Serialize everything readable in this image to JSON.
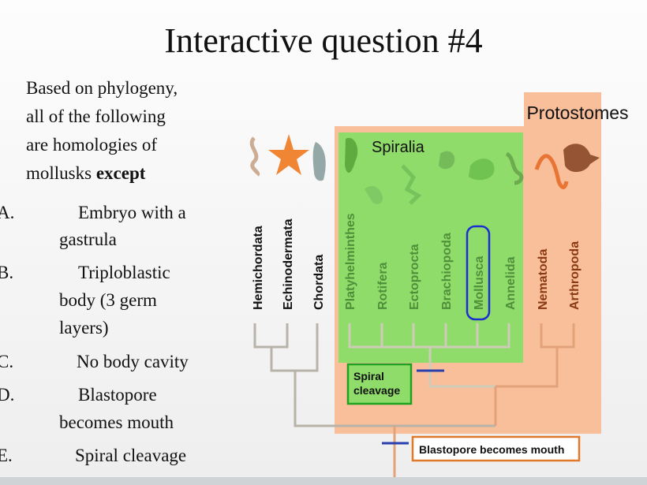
{
  "slide": {
    "title": "Interactive question #4",
    "question": {
      "prefix": "Based on phylogeny,",
      "line2": "all of the following",
      "line3": "are homologies of",
      "line4_plain": "mollusks ",
      "line4_bold": "except"
    },
    "options": [
      {
        "letter": "A.",
        "line1": "Embryo with a",
        "line2": "gastrula"
      },
      {
        "letter": "B.",
        "line1": "Triploblastic",
        "line2": "body (3 germ",
        "line3": "layers)"
      },
      {
        "letter": "C.",
        "line1": "No body cavity"
      },
      {
        "letter": "D.",
        "line1": "Blastopore",
        "line2": "becomes mouth"
      },
      {
        "letter": "E.",
        "line1": "Spiral cleavage"
      }
    ]
  },
  "figure": {
    "protostomes_label": "Protostomes",
    "spiralia_label": "Spiralia",
    "taxa": [
      "Hemichordata",
      "Echinodermata",
      "Chordata",
      "Platyhelminthes",
      "Rotifera",
      "Ectoprocta",
      "Brachiopoda",
      "Mollusca",
      "Annelida",
      "Nematoda",
      "Arthropoda"
    ],
    "spiral_cleavage_line1": "Spiral",
    "spiral_cleavage_line2": "cleavage",
    "blastopore_label": "Blastopore becomes mouth",
    "colors": {
      "protostome_box": "#f9bf9a",
      "spiralia_box": "#8fdc6a",
      "mollusca_highlight": "#1b2fd1",
      "deuterostome_text": "#111111",
      "spiralia_text": "#4f8f3a",
      "ecdysozoa_text": "#8a3a12"
    }
  }
}
